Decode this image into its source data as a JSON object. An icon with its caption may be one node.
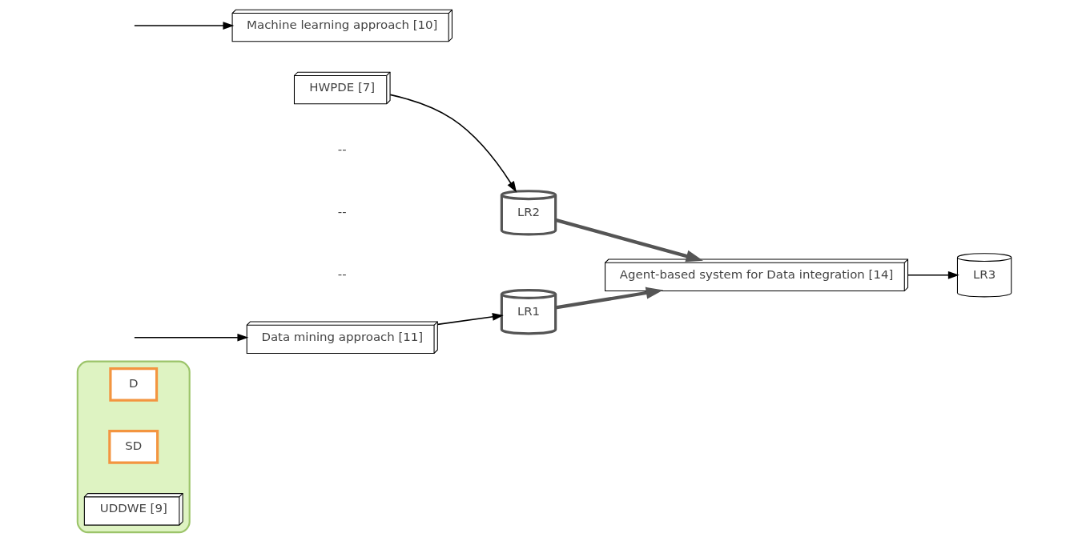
{
  "diagram": {
    "nodes": [
      {
        "text": [],
        "shape": "cloud"
      },
      {
        "text": [
          "D"
        ],
        "in": 0
      },
      {
        "text": [
          "SD"
        ],
        "in": 0
      },
      {
        "text": [
          "UDDWE [9]"
        ],
        "in": 0
      },
      {
        "text": [
          "Data mining approach [11]"
        ]
      },
      {
        "text": [
          "Machine learning approach [10]"
        ]
      },
      {
        "text": [
          "HWPDE [7]"
        ]
      },
      {
        "text": [
          "LR3"
        ]
      },
      {
        "text": [
          "LR1"
        ]
      },
      {
        "text": [
          "Agent-based system for Data integration [14]"
        ]
      },
      {
        "text": [
          "LR2"
        ]
      }
    ],
    "edges": [
      {
        "from": null,
        "to": 4,
        "arrow": "to"
      },
      {
        "from": null,
        "to": 5,
        "arrow": "to"
      },
      {
        "from": 4,
        "to": 8,
        "arrow": "to"
      },
      {
        "from": 6,
        "to": 10,
        "arrow": "to"
      },
      {
        "from": 8,
        "to": 9,
        "arrow": "to",
        "style": "thick",
        "color": "#555555"
      },
      {
        "from": 10,
        "to": 9,
        "arrow": "to",
        "style": "thick",
        "color": "#555555"
      },
      {
        "from": 9,
        "to": 7,
        "arrow": "to"
      }
    ],
    "labels": [
      "--",
      "--",
      "--"
    ]
  }
}
